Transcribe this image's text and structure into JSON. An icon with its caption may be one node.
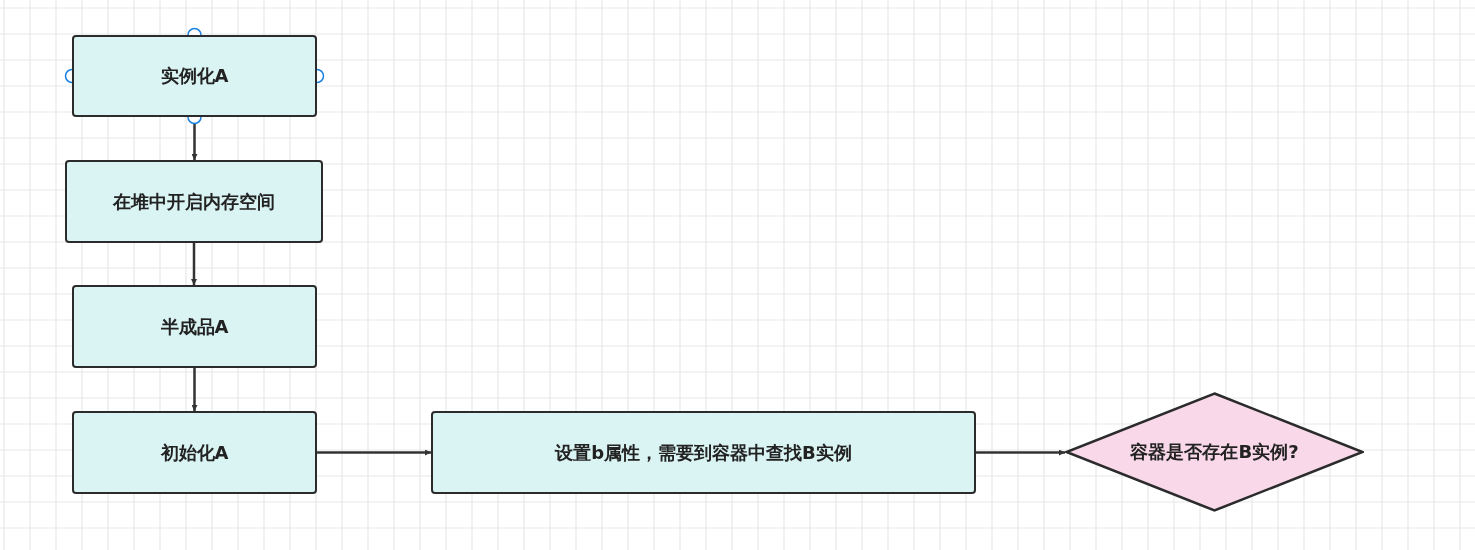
{
  "diagram": {
    "nodes": [
      {
        "text": [
          "实例化A"
        ]
      },
      {
        "text": [
          "在堆中开启内存空间"
        ]
      },
      {
        "text": [
          "半成品A"
        ]
      },
      {
        "text": [
          "初始化A"
        ]
      },
      {
        "text": [
          "设置b属性，需要到容器中查找B实例"
        ]
      },
      {
        "text": [
          "容器是否存在B实例?"
        ]
      }
    ],
    "edges": [
      {
        "from": 0,
        "to": 1,
        "arrow": "to"
      },
      {
        "from": 1,
        "to": 2,
        "arrow": "to"
      },
      {
        "from": 2,
        "to": 3,
        "arrow": "to"
      },
      {
        "from": 3,
        "to": 4,
        "arrow": "to"
      },
      {
        "from": 4,
        "to": 5,
        "arrow": "to"
      }
    ]
  }
}
